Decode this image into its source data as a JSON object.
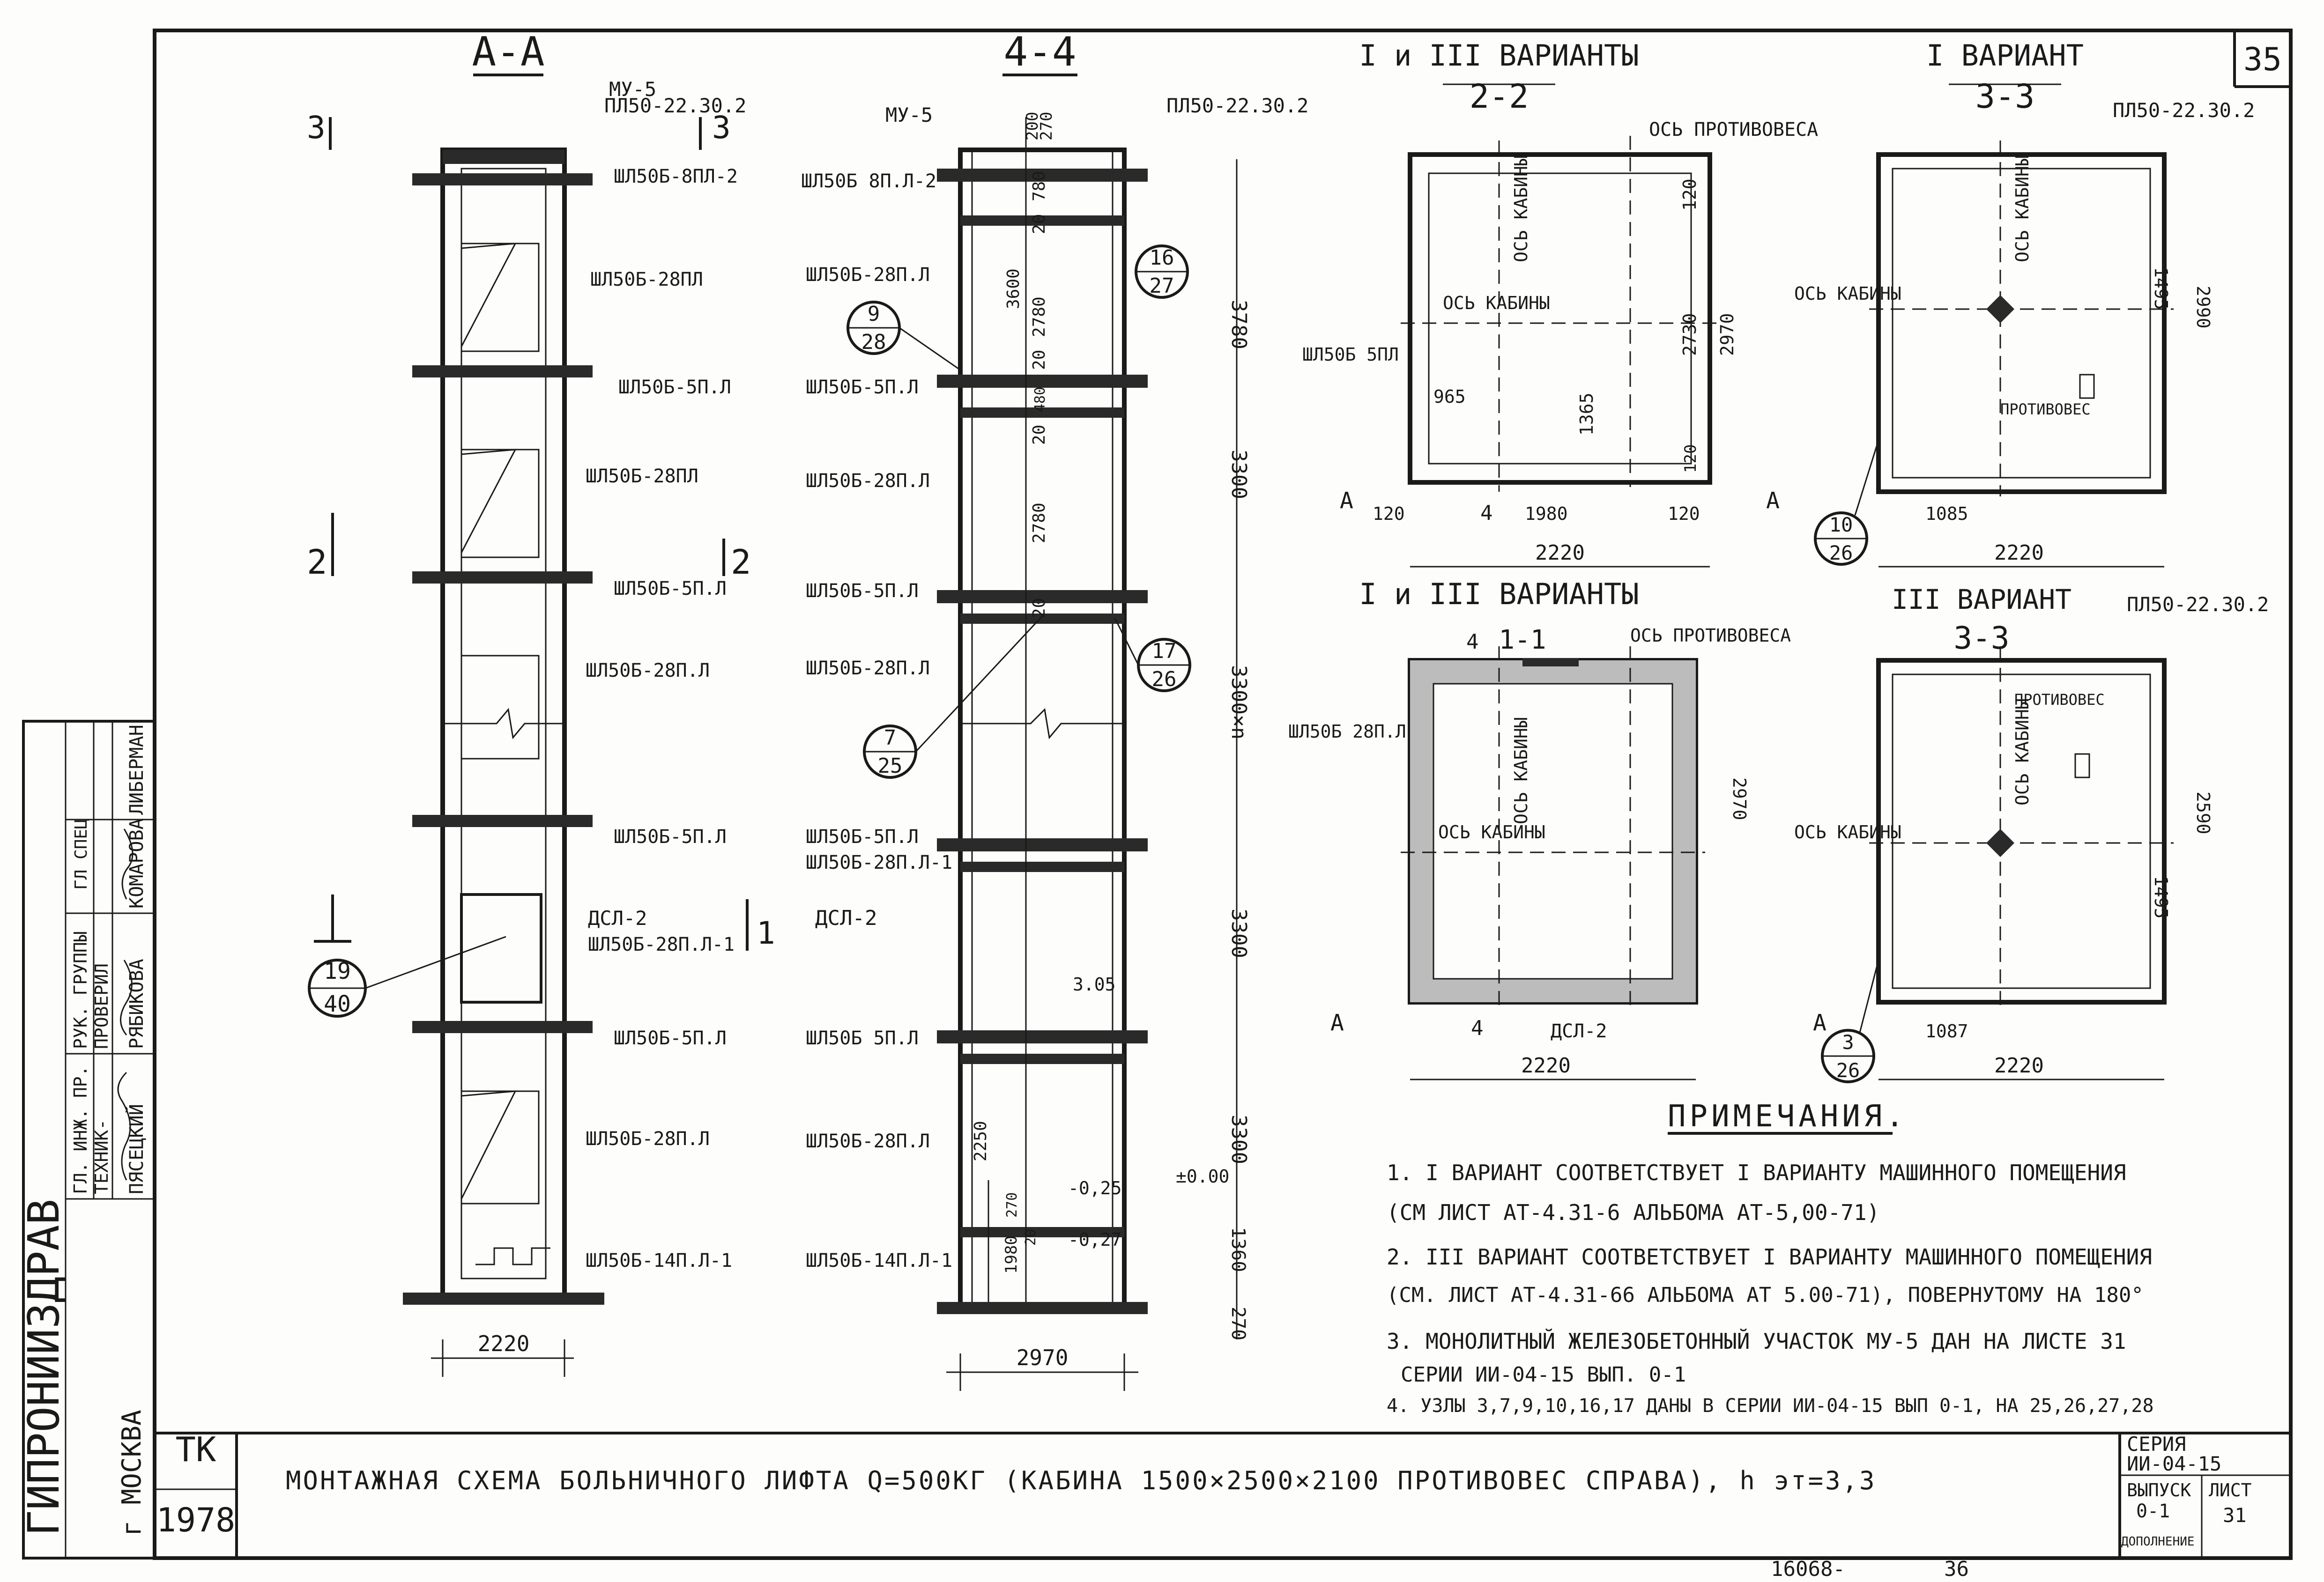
{
  "sheet": {
    "sheet_number_top": "35",
    "org": "ГИПРОНИИЗДРАВ",
    "city": "г МОСКВА",
    "stamp_tk": "ТК",
    "year": "1978",
    "title": "МОНТАЖНАЯ СХЕМА БОЛЬНИЧНОГО ЛИФТА Q=500КГ (КАБИНА 1500×2500×2100 ПРОТИВОВЕС СПРАВА), h эт=3,3",
    "series_label": "СЕРИЯ",
    "series_value": "ИИ-04-15",
    "issue_label": "ВЫПУСК",
    "issue_value": "0-1",
    "issue_sub": "ДОПОЛНЕНИЕ",
    "list_label": "ЛИСТ",
    "list_value": "31",
    "bottom_note": "16068-",
    "bottom_page": "36"
  },
  "signatures": {
    "roles": [
      "ГЛ. ИНЖ. ПР.",
      "РУК. ГРУППЫ",
      "ТЕХНИК-",
      "ПРОВЕРИЛ"
    ],
    "names": [
      "ПЯСЕЦКИЙ",
      "РЯБИКОВА",
      "КОМАРОВА",
      "ЛИБЕРМАН"
    ],
    "top_role": "ГЛ СПЕЦ"
  },
  "sections": {
    "aa": {
      "title": "А-А",
      "cut3": "3",
      "cut2": "2",
      "cut1": "1",
      "top_label": "ПЛ50-22.30.2",
      "mu_label": "МУ-5",
      "width_dim": "2220",
      "node_top": "19",
      "node_bot": "40",
      "labels": [
        "ШЛ50Б-8ПЛ-2",
        "ШЛ50Б-28ПЛ",
        "ШЛ50Б-5П.Л",
        "ШЛ50Б-28ПЛ",
        "ШЛ50Б-5П.Л",
        "ШЛ50Б-28П.Л",
        "ШЛ50Б-5П.Л",
        "ДСЛ-2",
        "ШЛ50Б-28П.Л-1",
        "ШЛ50Б-5П.Л",
        "ШЛ50Б-28П.Л",
        "ШЛ50Б-14П.Л-1"
      ]
    },
    "s44": {
      "title": "4-4",
      "top_label": "ПЛ50-22.30.2",
      "mu_label": "МУ-5",
      "left_labels": [
        "ШЛ50Б 8П.Л-2",
        "ШЛ50Б-28П.Л",
        "ШЛ50Б-5П.Л",
        "ШЛ50Б-28П.Л",
        "ШЛ50Б-5П.Л",
        "ШЛ50Б-28П.Л",
        "ШЛ50Б-5П.Л",
        "ШЛ50Б-28П.Л-1",
        "ДСЛ-2",
        "ШЛ50Б 5П.Л",
        "ШЛ50Б-28П.Л",
        "ШЛ50Б-14П.Л-1"
      ],
      "inner_dims": [
        "200",
        "270",
        "780",
        "20",
        "2780",
        "3600",
        "20",
        "480",
        "20",
        "2780",
        "20",
        "2250",
        "270",
        "1980",
        "20",
        "3.05",
        "-0,25",
        "-0,27",
        "±0.00"
      ],
      "right_dims": [
        "3780",
        "3300",
        "3300×n",
        "3300",
        "3300",
        "1360",
        "270"
      ],
      "width_dim": "2970",
      "nodes": [
        {
          "top": "16",
          "bot": "27"
        },
        {
          "top": "9",
          "bot": "28"
        },
        {
          "top": "17",
          "bot": "26"
        },
        {
          "top": "7",
          "bot": "25"
        }
      ]
    },
    "s22": {
      "header": "I и III ВАРИАНТЫ",
      "title": "2-2",
      "axis_cw": "ОСЬ ПРОТИВОВЕСА",
      "axis_cab": "ОСЬ КАБИНЫ",
      "left_label": "ШЛ50Б 5ПЛ",
      "dims": [
        "120",
        "2730",
        "2970",
        "1365",
        "965",
        "120",
        "120",
        "1980",
        "120",
        "2220"
      ],
      "marks": [
        "4",
        "А",
        "А"
      ]
    },
    "s33a": {
      "header": "I ВАРИАНТ",
      "title": "3-3",
      "slab": "ПЛ50-22.30.2",
      "axis_cab": "ОСЬ КАБИНЫ",
      "counter": "ПРОТИВОВЕС",
      "dims": [
        "1495",
        "2990",
        "1085",
        "2220"
      ],
      "node_top": "10",
      "node_bot": "26"
    },
    "s11": {
      "header": "I и III ВАРИАНТЫ",
      "title": "1-1",
      "axis_cw": "ОСЬ ПРОТИВОВЕСА",
      "axis_cab": "ОСЬ КАБИНЫ",
      "left_label": "ШЛ50Б 28П.Л",
      "dims": [
        "2970",
        "2220"
      ],
      "dsl": "ДСЛ-2",
      "marks": [
        "4",
        "4",
        "А"
      ]
    },
    "s33b": {
      "header": "III ВАРИАНТ",
      "title": "3-3",
      "slab": "ПЛ50-22.30.2",
      "axis_cab": "ОСЬ КАБИНЫ",
      "counter": "ПРОТИВОВЕС",
      "dims": [
        "2590",
        "1495",
        "1087",
        "2220"
      ],
      "node_top": "3",
      "node_bot": "26",
      "marks": [
        "А"
      ]
    }
  },
  "notes": {
    "heading": "ПРИМЕЧАНИЯ.",
    "items": [
      "1. I ВАРИАНТ СООТВЕТСТВУЕТ I ВАРИАНТУ МАШИННОГО ПОМЕЩЕНИЯ",
      "(СМ ЛИСТ АТ-4.31-6 АЛЬБОМА АТ-5,00-71)",
      "2. III ВАРИАНТ СООТВЕТСТВУЕТ I ВАРИАНТУ МАШИННОГО ПОМЕЩЕНИЯ",
      "(СМ. ЛИСТ АТ-4.31-66 АЛЬБОМА АТ 5.00-71), ПОВЕРНУТОМУ НА 180°",
      "3. МОНОЛИТНЫЙ ЖЕЛЕЗОБЕТОННЫЙ УЧАСТОК МУ-5 ДАН НА ЛИСТЕ 31",
      "СЕРИИ ИИ-04-15 ВЫП. 0-1",
      "4. УЗЛЫ 3,7,9,10,16,17 ДАНЫ В СЕРИИ ИИ-04-15 ВЫП 0-1, НА 25,26,27,28"
    ]
  }
}
